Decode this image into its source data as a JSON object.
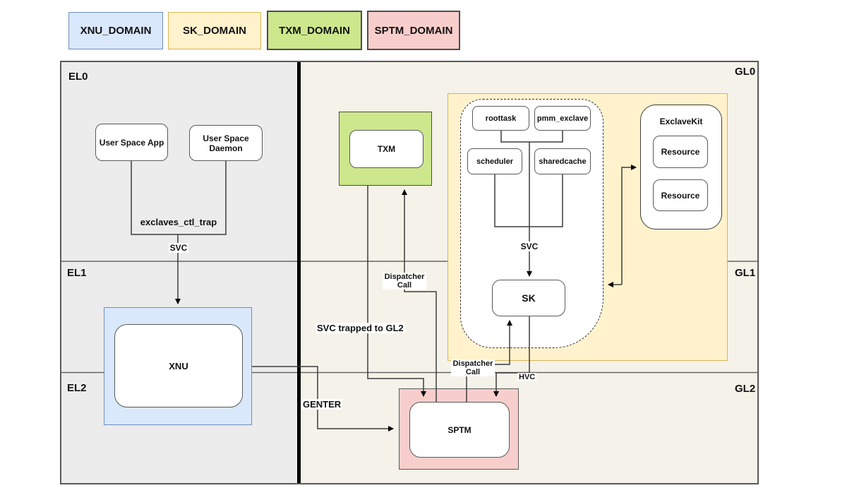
{
  "legend": {
    "items": [
      {
        "label": "XNU_DOMAIN",
        "fill": "#dae8fc",
        "border": "#6c8ebf"
      },
      {
        "label": "SK_DOMAIN",
        "fill": "#fff2cc",
        "border": "#d6b656"
      },
      {
        "label": "TXM_DOMAIN",
        "fill": "#cde78c",
        "border": "#4d4d4d"
      },
      {
        "label": "SPTM_DOMAIN",
        "fill": "#f8cecc",
        "border": "#4d4d4d"
      }
    ]
  },
  "regions": {
    "el0": "EL0",
    "el1": "EL1",
    "el2": "EL2",
    "gl0": "GL0",
    "gl1": "GL1",
    "gl2": "GL2"
  },
  "nodes": {
    "user_space_app": "User Space App",
    "user_space_daemon": "User Space Daemon",
    "xnu": "XNU",
    "txm": "TXM",
    "roottask": "roottask",
    "pmm_exclave": "pmm_exclave",
    "scheduler": "scheduler",
    "sharedcache": "sharedcache",
    "sk": "SK",
    "exclavekit": "ExclaveKit",
    "resource1": "Resource",
    "resource2": "Resource",
    "sptm": "SPTM"
  },
  "connector_labels": {
    "exclaves_ctl_trap": "exclaves_ctl_trap",
    "svc_el0": "SVC",
    "svc_sk": "SVC",
    "dispatcher_call_txm": "Dispatcher Call",
    "dispatcher_call_sk": "Dispatcher Call",
    "hvc": "HVC",
    "svc_trapped": "SVC trapped to GL2",
    "genter": "GENTER"
  },
  "colors": {
    "left_panel_bg": "#ececec",
    "right_panel_bg": "#f5f2e9",
    "xnu_fill": "#dae8fc",
    "xnu_border": "#6c8ebf",
    "sk_fill": "#fff2cc",
    "sk_border": "#d6b656",
    "txm_fill": "#cde78c",
    "sptm_fill": "#f8cecc",
    "line": "#3d3d3d",
    "thick_divider": "#000000"
  }
}
